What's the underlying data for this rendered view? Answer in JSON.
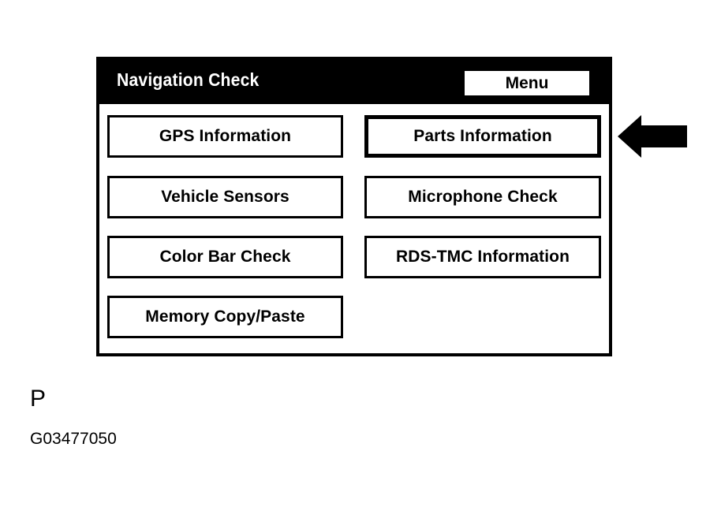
{
  "screen": {
    "background_color": "#ffffff",
    "panel": {
      "border_color": "#000000",
      "title_bar_color": "#000000",
      "title": "Navigation Check",
      "menu_button_label": "Menu"
    }
  },
  "buttons": [
    {
      "label": "GPS Information",
      "column": "left",
      "row": 1,
      "highlighted": false
    },
    {
      "label": "Parts Information",
      "column": "right",
      "row": 1,
      "highlighted": true
    },
    {
      "label": "Vehicle Sensors",
      "column": "left",
      "row": 2,
      "highlighted": false
    },
    {
      "label": "Microphone Check",
      "column": "right",
      "row": 2,
      "highlighted": false
    },
    {
      "label": "Color Bar Check",
      "column": "left",
      "row": 3,
      "highlighted": false
    },
    {
      "label": "RDS-TMC Information",
      "column": "right",
      "row": 3,
      "highlighted": false
    },
    {
      "label": "Memory Copy/Paste",
      "column": "left",
      "row": 4,
      "highlighted": false
    }
  ],
  "annotation": {
    "arrow_icon": "arrow-left-icon",
    "arrow_points_to": "Parts Information",
    "arrow_color": "#000000"
  },
  "caption": {
    "letter": "P",
    "figure_id": "G03477050"
  }
}
